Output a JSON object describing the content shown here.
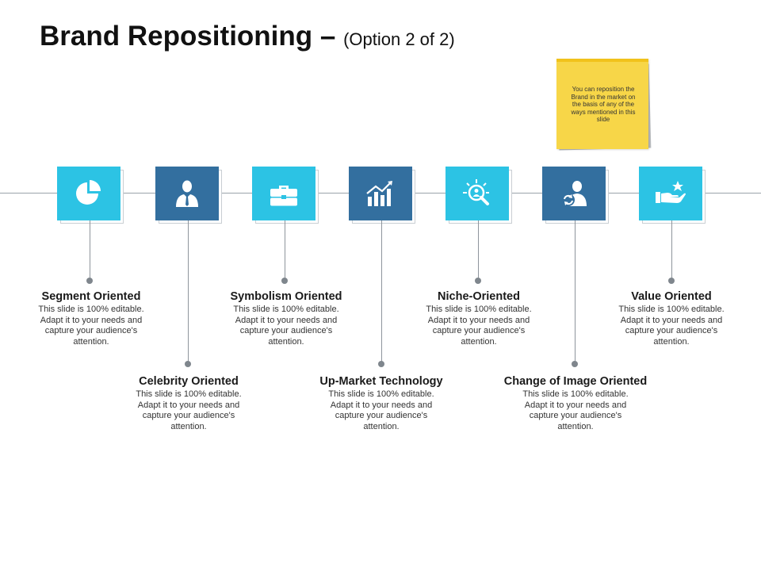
{
  "title": {
    "main": "Brand Repositioning – ",
    "sub": "(Option 2 of 2)"
  },
  "sticky_note": {
    "text": "You can reposition the Brand in the market on the basis of any of the ways mentioned in this slide"
  },
  "colors": {
    "light_box": "#2cc3e4",
    "dark_box": "#336f9f",
    "line": "#9aa3ab",
    "note": "#f7d648"
  },
  "items": [
    {
      "icon": "pie-chart-icon",
      "title": "Segment Oriented",
      "desc": "This slide is 100% editable. Adapt it to your needs and capture your audience's attention."
    },
    {
      "icon": "businessman-icon",
      "title": "Celebrity Oriented",
      "desc": "This slide is 100% editable. Adapt it to your needs and capture your audience's attention."
    },
    {
      "icon": "briefcase-icon",
      "title": "Symbolism Oriented",
      "desc": "This slide is 100% editable. Adapt it to your needs and capture your audience's attention."
    },
    {
      "icon": "growth-chart-icon",
      "title": "Up-Market Technology",
      "desc": "This slide is 100% editable. Adapt it to your needs and capture your audience's attention."
    },
    {
      "icon": "search-person-icon",
      "title": "Niche-Oriented",
      "desc": "This slide is 100% editable. Adapt it to your needs and capture your audience's attention."
    },
    {
      "icon": "person-refresh-icon",
      "title": "Change of Image Oriented",
      "desc": "This slide is 100% editable. Adapt it to your needs and capture your audience's attention."
    },
    {
      "icon": "hand-star-icon",
      "title": "Value Oriented",
      "desc": "This slide is 100% editable. Adapt it to your needs and capture your audience's attention."
    }
  ]
}
